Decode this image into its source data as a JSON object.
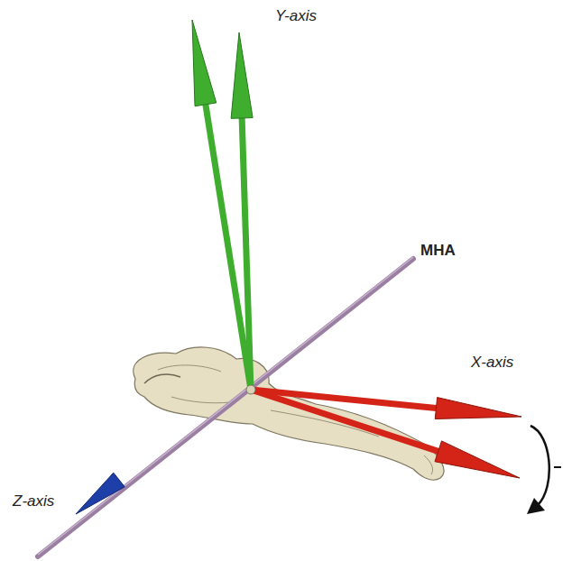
{
  "diagram": {
    "labels": [
      "Y-axis",
      "MHA",
      "X-axis",
      "Z-axis"
    ]
  }
}
